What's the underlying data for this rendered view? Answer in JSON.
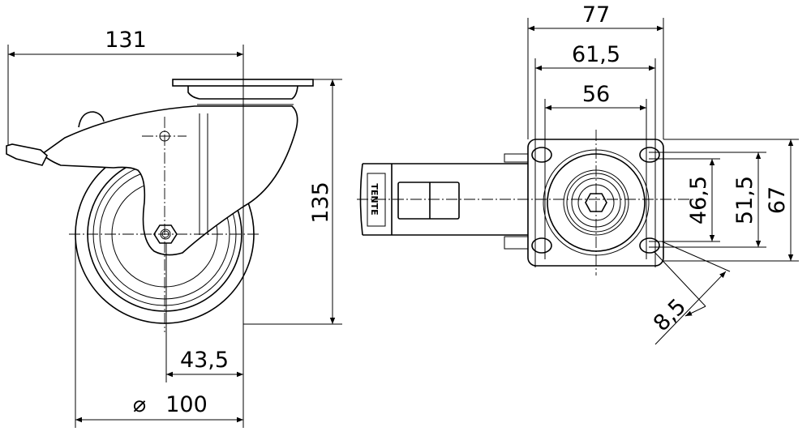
{
  "title": "Swivel castor with brake – technical drawing",
  "logo_text": "TENTE",
  "side_view": {
    "overall_length": "131",
    "height": "135",
    "offset": "43,5",
    "diameter_symbol": "⌀",
    "wheel_diameter": "100"
  },
  "top_view": {
    "plate_width": "77",
    "hole_spacing_outer": "61,5",
    "hole_spacing_inner": "56",
    "hole_spacing_vertical_inner": "46,5",
    "hole_spacing_vertical_outer": "51,5",
    "plate_height": "67",
    "hole_diameter": "8,5"
  }
}
